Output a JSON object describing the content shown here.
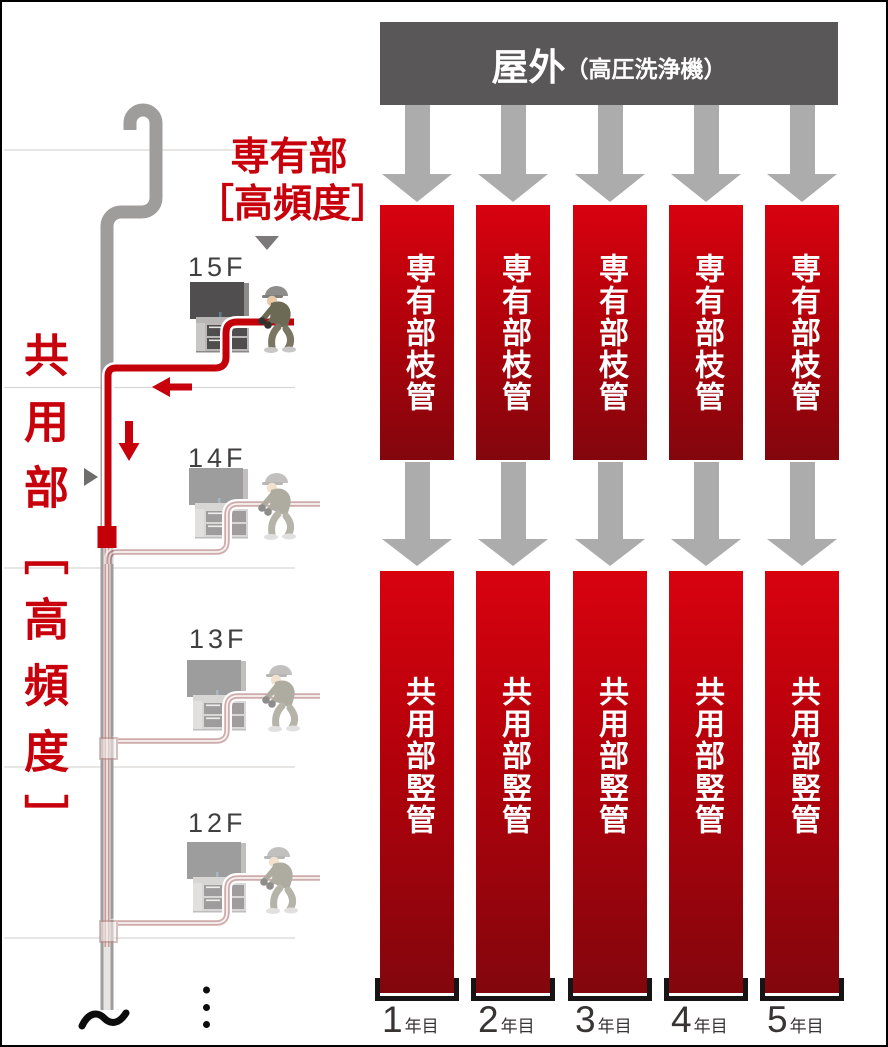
{
  "left_panel": {
    "private_section_label": {
      "line1": "専有部",
      "line2": "［高頻度］"
    },
    "common_section_label": "共用部［高頻度］",
    "floors": [
      {
        "label": "15F"
      },
      {
        "label": "14F"
      },
      {
        "label": "13F"
      },
      {
        "label": "12F"
      }
    ]
  },
  "right_panel": {
    "header": {
      "title": "屋外",
      "subtitle": "（高圧洗浄機）"
    },
    "columns": [
      {
        "branch_label": "専有部枝管",
        "riser_label": "共用部竪管",
        "year_number": "1",
        "year_unit": "年目"
      },
      {
        "branch_label": "専有部枝管",
        "riser_label": "共用部竪管",
        "year_number": "2",
        "year_unit": "年目"
      },
      {
        "branch_label": "専有部枝管",
        "riser_label": "共用部竪管",
        "year_number": "3",
        "year_unit": "年目"
      },
      {
        "branch_label": "専有部枝管",
        "riser_label": "共用部竪管",
        "year_number": "4",
        "year_unit": "年目"
      },
      {
        "branch_label": "専有部枝管",
        "riser_label": "共用部竪管",
        "year_number": "5",
        "year_unit": "年目"
      }
    ]
  },
  "icons": {
    "column_flow_arrow": "▼",
    "private_section_pointer": "▼",
    "common_section_pointer": "►",
    "hose_direction_left": "←",
    "hose_direction_down": "↓",
    "continuation_dots": "⋮",
    "pipe_break_mark": "〜"
  },
  "colors": {
    "accent_red": "#c7000b",
    "bar_red_top": "#d8020f",
    "bar_red_bottom": "#83060d",
    "header_gray": "#595757",
    "arrow_gray": "#acacac",
    "pipe_gray": "#9f9d9b",
    "faded_hose_pink": "#bb8f8f"
  }
}
